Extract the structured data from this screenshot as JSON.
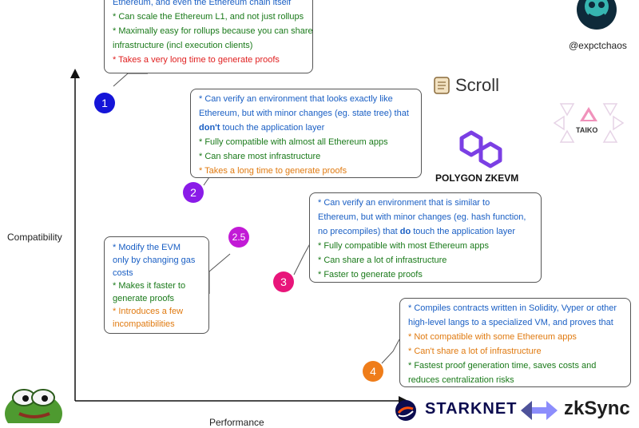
{
  "axes": {
    "y_label": "Compatibility",
    "x_label": "Performance"
  },
  "author": {
    "handle": "@expctchaos"
  },
  "levels": [
    {
      "number": "1",
      "color": "#1515d8",
      "lines": [
        {
          "text": "Ethereum, and even the Ethereum chain itself",
          "tone": "blue"
        },
        {
          "text": "* Can scale the Ethereum L1, and not just rollups",
          "tone": "green"
        },
        {
          "text": "* Maximally easy for rollups because you can share",
          "tone": "green"
        },
        {
          "text": "infrastructure (incl execution clients)",
          "tone": "green"
        },
        {
          "text": "* Takes a very long time to generate proofs",
          "tone": "red"
        }
      ]
    },
    {
      "number": "2",
      "color": "#8a1be8",
      "lines": [
        {
          "text": "* Can verify an environment that looks exactly like",
          "tone": "blue"
        },
        {
          "text": "Ethereum, but with minor changes (eg. state tree) that",
          "tone": "blue"
        },
        {
          "text_bold": "don't",
          "text": " touch the application layer",
          "tone": "blue"
        },
        {
          "text": "* Fully compatible with almost all Ethereum apps",
          "tone": "green"
        },
        {
          "text": "* Can share most infrastructure",
          "tone": "green"
        },
        {
          "text": "* Takes a long time to generate proofs",
          "tone": "orange"
        }
      ]
    },
    {
      "number": "2.5",
      "color": "#c21ad6",
      "lines": [
        {
          "text": "* Modify the EVM",
          "tone": "blue"
        },
        {
          "text": "only by changing gas",
          "tone": "blue"
        },
        {
          "text": "costs",
          "tone": "blue"
        },
        {
          "text": "* Makes it faster to",
          "tone": "green"
        },
        {
          "text": "generate proofs",
          "tone": "green"
        },
        {
          "text": "* Introduces a few",
          "tone": "orange"
        },
        {
          "text": "incompatibilities",
          "tone": "orange"
        }
      ]
    },
    {
      "number": "3",
      "color": "#e8157a",
      "lines": [
        {
          "text": "* Can verify an environment that is similar to",
          "tone": "blue"
        },
        {
          "text": "Ethereum, but with minor changes (eg. hash function,",
          "tone": "blue"
        },
        {
          "text": "no precompiles) that ",
          "text_bold": "do",
          "text_after": " touch the application layer",
          "tone": "blue"
        },
        {
          "text": "* Fully compatible with most Ethereum apps",
          "tone": "green"
        },
        {
          "text": "* Can share a lot of infrastructure",
          "tone": "green"
        },
        {
          "text": "* Faster to generate proofs",
          "tone": "green"
        }
      ]
    },
    {
      "number": "4",
      "color": "#ef7d1a",
      "lines": [
        {
          "text": "* Compiles contracts written in Solidity, Vyper or other",
          "tone": "blue"
        },
        {
          "text": "high-level langs to a specialized VM, and proves that",
          "tone": "blue"
        },
        {
          "text": "* Not compatible with some Ethereum apps",
          "tone": "orange"
        },
        {
          "text": "* Can't share a lot of infrastructure",
          "tone": "orange"
        },
        {
          "text": "* Fastest proof generation time, saves costs and",
          "tone": "green"
        },
        {
          "text": "reduces centralization risks",
          "tone": "green"
        }
      ]
    }
  ],
  "projects": {
    "scroll": "Scroll",
    "taiko": "TAIKO",
    "polygon": "POLYGON ZKEVM",
    "starknet_a": "STARK",
    "starknet_b": "NET",
    "zksync": "zkSync"
  }
}
